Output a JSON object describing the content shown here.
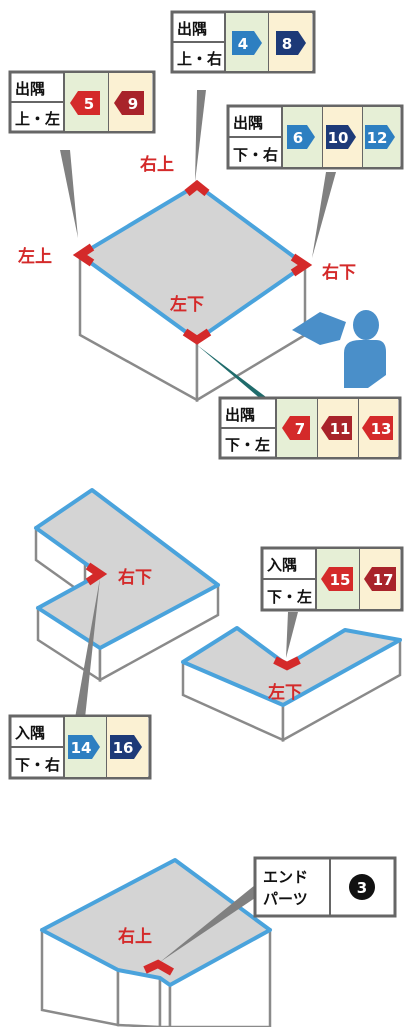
{
  "corners": {
    "d1_top_right": "右上",
    "d1_top_left": "左上",
    "d1_bottom_right": "右下",
    "d1_bottom_left": "左下",
    "d2_inner_right": "右下",
    "d2_inner_left": "左下",
    "d3_top_right": "右上"
  },
  "callouts": {
    "a": {
      "line1": "出隅",
      "line2": "上・右",
      "badges": [
        "4",
        "8"
      ]
    },
    "b": {
      "line1": "出隅",
      "line2": "上・左",
      "badges": [
        "5",
        "9"
      ]
    },
    "c": {
      "line1": "出隅",
      "line2": "下・右",
      "badges": [
        "6",
        "10",
        "12"
      ]
    },
    "d": {
      "line1": "出隅",
      "line2": "下・左",
      "badges": [
        "7",
        "11",
        "13"
      ]
    },
    "e": {
      "line1": "入隅",
      "line2": "下・左",
      "badges": [
        "15",
        "17"
      ]
    },
    "f": {
      "line1": "入隅",
      "line2": "下・右",
      "badges": [
        "14",
        "16"
      ]
    },
    "g": {
      "line1": "エンド",
      "line2": "パーツ",
      "badges": [
        "3"
      ]
    }
  },
  "colors": {
    "top_face": "#d4d4d4",
    "edge_blue": "#4aa3dc",
    "wall_stroke": "#8a8a8a",
    "corner_red": "#d42a2a",
    "badge_light_blue": "#2d7fc1",
    "badge_navy": "#1d3a78",
    "badge_red": "#d42a2a",
    "badge_dark_red": "#a8232a",
    "cell_green": "#e6efd6",
    "cell_cream": "#fbf1d3",
    "person": "#4a8fc9",
    "pointer_dark": "#1f6b6b",
    "pointer_gray": "#808080"
  },
  "icons": [
    "person-icon",
    "view-arrow-icon"
  ]
}
